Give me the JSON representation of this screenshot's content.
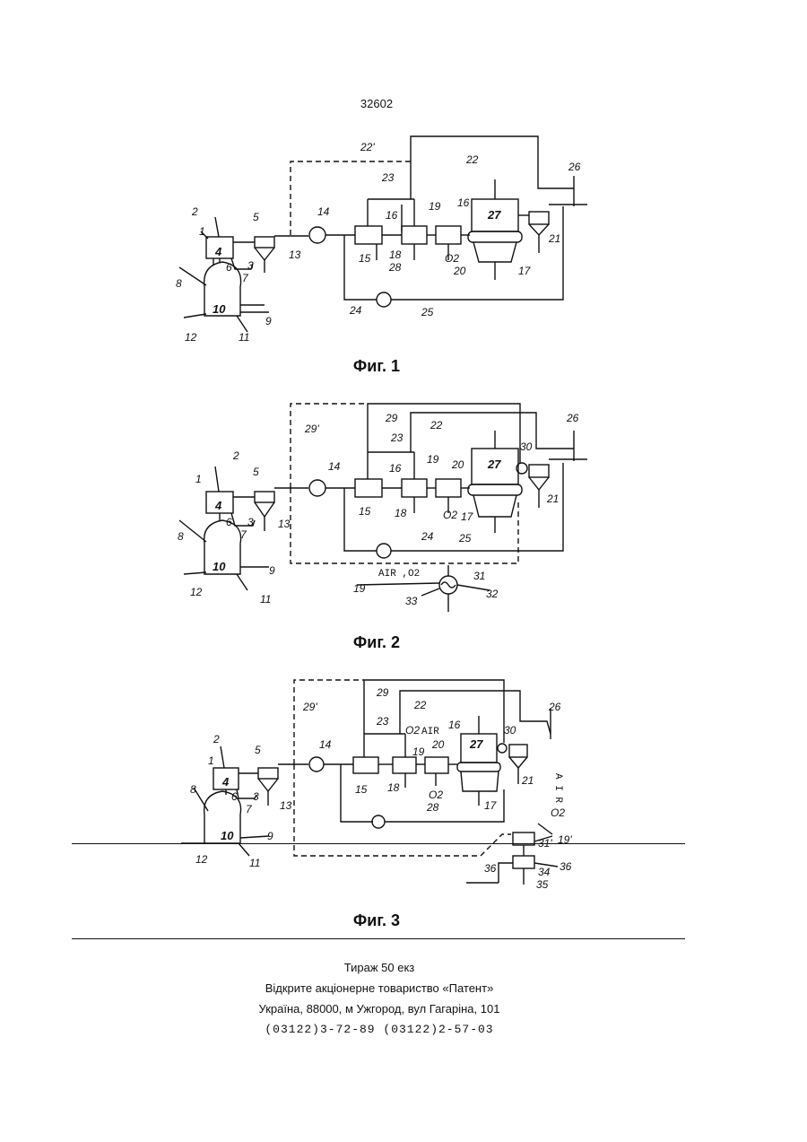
{
  "page_number": "32602",
  "figures": [
    {
      "caption": "Фиг. 1",
      "labels": [
        "1",
        "2",
        "3",
        "4",
        "5",
        "6",
        "7",
        "8",
        "9",
        "10",
        "11",
        "12",
        "13",
        "14",
        "15",
        "16",
        "16",
        "17",
        "18",
        "19",
        "20",
        "21",
        "22",
        "22'",
        "23",
        "24",
        "25",
        "26",
        "27",
        "28",
        "O2"
      ]
    },
    {
      "caption": "Фиг. 2",
      "labels": [
        "1",
        "2",
        "3",
        "4",
        "5",
        "6",
        "7",
        "8",
        "9",
        "10",
        "11",
        "12",
        "13",
        "14",
        "15",
        "16",
        "17",
        "18",
        "19",
        "19",
        "20",
        "21",
        "22",
        "23",
        "24",
        "25",
        "26",
        "27",
        "29",
        "29'",
        "30",
        "31",
        "32",
        "33",
        "O2"
      ],
      "air_label": "AIR ,O2"
    },
    {
      "caption": "Фиг. 3",
      "labels": [
        "1",
        "2",
        "3",
        "4",
        "5",
        "6",
        "7",
        "8",
        "9",
        "10",
        "11",
        "12",
        "13",
        "14",
        "15",
        "16",
        "17",
        "18",
        "19",
        "19'",
        "20",
        "21",
        "22",
        "23",
        "26",
        "27",
        "28",
        "29",
        "29'",
        "30",
        "31'",
        "34",
        "35",
        "36",
        "36",
        "O2",
        "O2"
      ],
      "air_label": "AIR",
      "air_vertical": "A I R"
    }
  ],
  "footer": {
    "line1": "Тираж 50 екз",
    "line2": "Відкрите акціонерне товариство «Патент»",
    "line3": "Україна, 88000, м Ужгород, вул Гагаріна, 101",
    "line4": "(03122)3-72-89  (03122)2-57-03"
  }
}
